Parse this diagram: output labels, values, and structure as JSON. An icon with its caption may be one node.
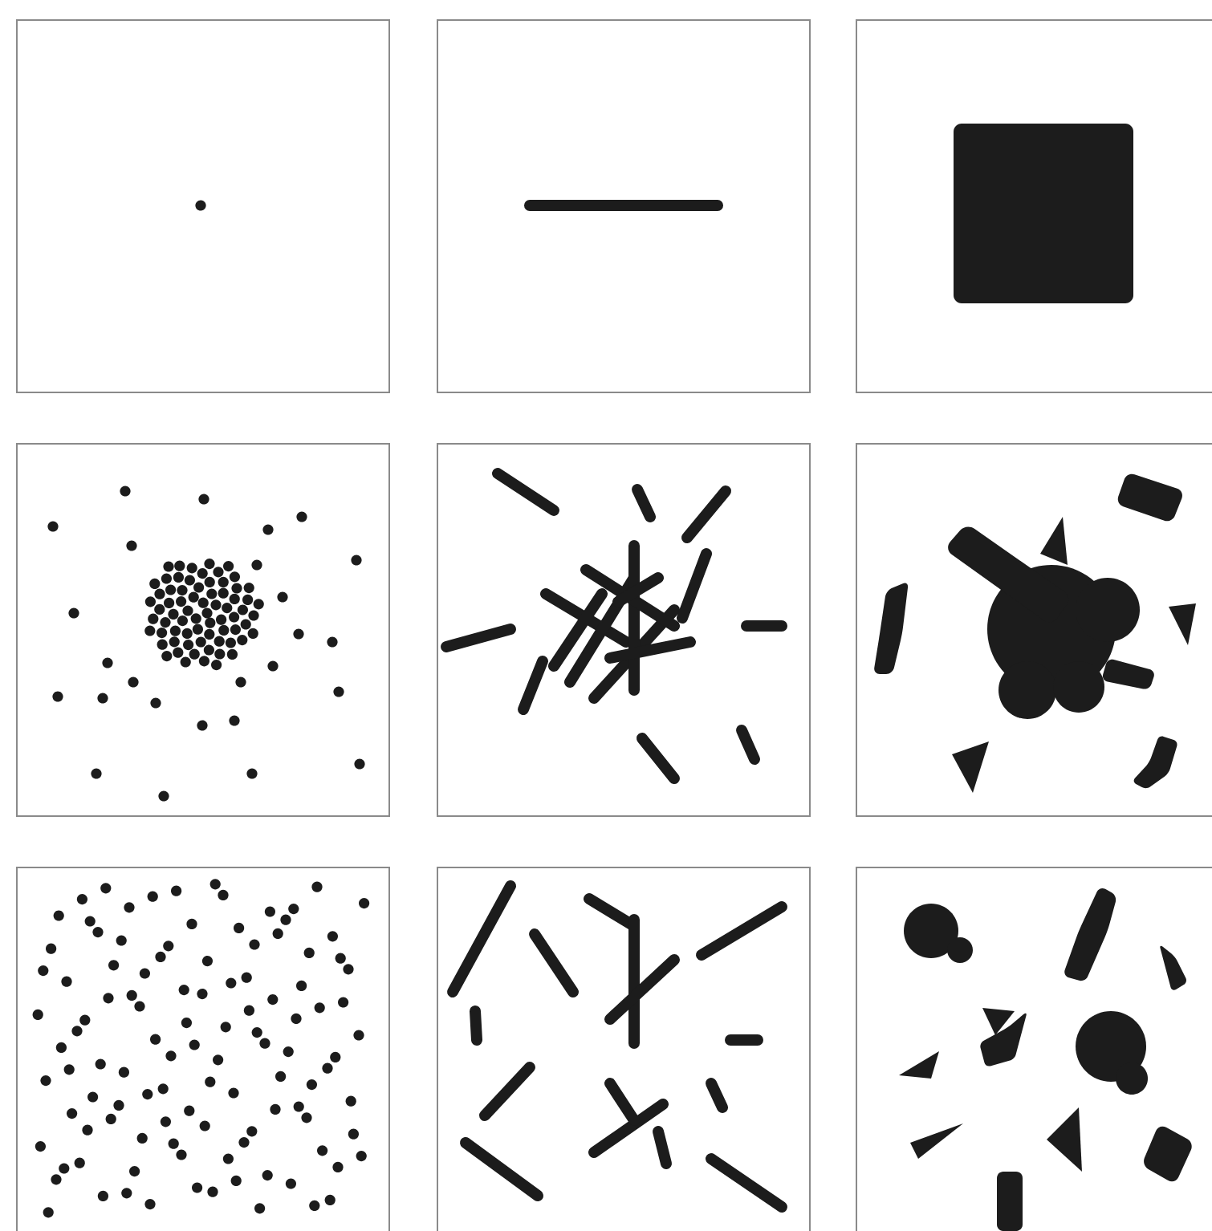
{
  "diagram": {
    "nodes": [
      {
        "text": [],
        "shape": "box"
      },
      {
        "text": [],
        "shape": "box"
      },
      {
        "text": [],
        "shape": "box"
      },
      {
        "text": [],
        "shape": "box"
      },
      {
        "text": [],
        "shape": "box"
      },
      {
        "text": [],
        "shape": "box"
      },
      {
        "text": [],
        "shape": "box"
      },
      {
        "text": [],
        "shape": "box"
      },
      {
        "text": [],
        "shape": "box"
      }
    ]
  }
}
